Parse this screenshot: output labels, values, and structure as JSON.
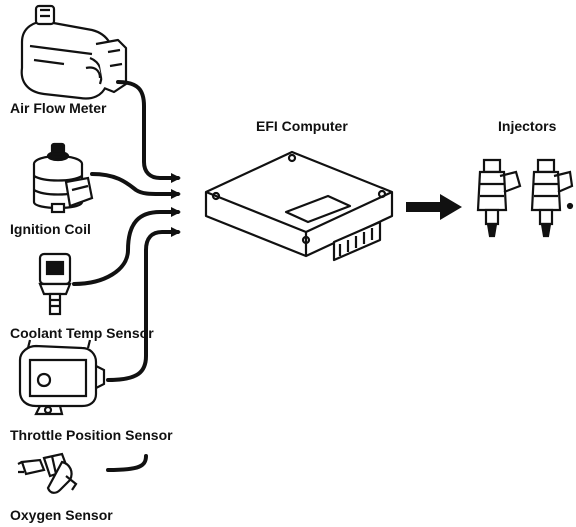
{
  "inputs": {
    "air_flow_meter": "Air Flow Meter",
    "ignition_coil": "Ignition Coil",
    "coolant_temp_sensor": "Coolant Temp Sensor",
    "throttle_position_sensor": "Throttle Position Sensor",
    "oxygen_sensor": "Oxygen Sensor"
  },
  "computer": {
    "label": "EFI Computer"
  },
  "outputs": {
    "injectors": "Injectors"
  },
  "colors": {
    "ink": "#111111",
    "background": "#ffffff"
  }
}
